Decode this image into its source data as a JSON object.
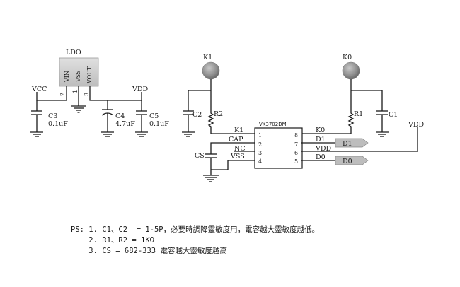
{
  "ldo": {
    "title": "LDO",
    "pin_vin": "VIN",
    "pin_vss": "VSS",
    "pin_vout": "VOUT",
    "num_vin": "2",
    "num_vss": "1",
    "num_vout": "3"
  },
  "left_supply": {
    "vcc": "VCC",
    "vdd": "VDD"
  },
  "caps_left": {
    "c3": "C3",
    "c3_val": "0.1uF",
    "c4": "C4",
    "c4_val": "4.7uF",
    "c5": "C5",
    "c5_val": "0.1uF"
  },
  "keys": {
    "k1": "K1",
    "k0": "K0"
  },
  "passives": {
    "c2": "C2",
    "r2": "R2",
    "r1": "R1",
    "c1": "C1",
    "cs": "CS"
  },
  "right_vdd": "VDD",
  "chip": {
    "name": "VK3702DM",
    "left_pins": [
      {
        "num": "1",
        "label": "K1"
      },
      {
        "num": "2",
        "label": "CAP"
      },
      {
        "num": "3",
        "label": "NC"
      },
      {
        "num": "4",
        "label": "VSS"
      }
    ],
    "right_pins": [
      {
        "num": "8",
        "label": "K0"
      },
      {
        "num": "7",
        "label": "D1"
      },
      {
        "num": "6",
        "label": "VDD"
      },
      {
        "num": "5",
        "label": "D0"
      }
    ]
  },
  "outputs": {
    "d1": "D1",
    "d0": "D0"
  },
  "notes": {
    "prefix": "PS: ",
    "line1": "1. C1、C2  = 1-5P，必要時調降靈敏度用，電容越大靈敏度越低。",
    "line2": "2. R1、R2 = 1KΩ",
    "line3": "3. CS = 682-333 電容越大靈敏度越高"
  }
}
